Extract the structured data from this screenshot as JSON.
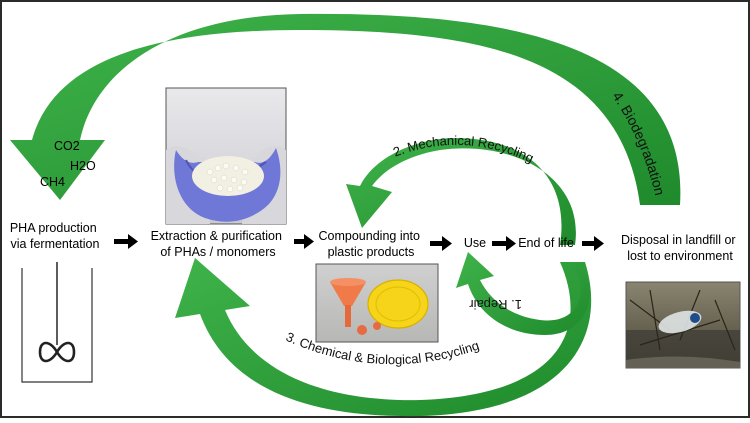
{
  "stages": {
    "pha_production": [
      "PHA production",
      "via fermentation"
    ],
    "extraction": [
      "Extraction & purification",
      "of PHAs / monomers"
    ],
    "compounding": [
      "Compounding into",
      "plastic products"
    ],
    "use": "Use",
    "end_of_life": "End of life",
    "disposal": [
      "Disposal in landfill or",
      "lost to environment"
    ]
  },
  "pathways": {
    "repair": "1. Repair",
    "mechanical": "2. Mechanical Recycling",
    "chemical_biological": "3. Chemical & Biological Recycling",
    "biodegradation": "4. Biodegradation"
  },
  "gases": {
    "co2": "CO2",
    "h2o": "H2O",
    "ch4": "CH4"
  },
  "colors": {
    "arrow_green": "#2e9e3a",
    "arrow_green_dark": "#1f7a2b",
    "frame": "#2b2b2b",
    "glove_blue": "#6f78d6"
  }
}
